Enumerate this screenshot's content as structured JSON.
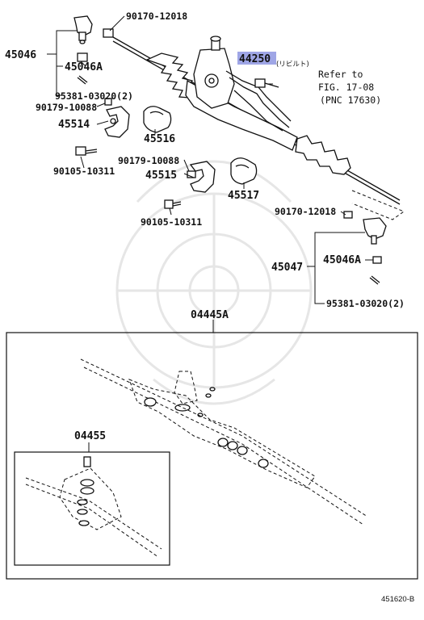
{
  "labels": {
    "p45046": "45046",
    "p45046a_top": "45046A",
    "p95381_top": "95381-03020(2)",
    "p90170_top": "90170-12018",
    "p44250": "44250",
    "p44250_suffix": "(リビルト)",
    "p90179_top": "90179-10088",
    "p45514": "45514",
    "p45516": "45516",
    "p90105_top": "90105-10311",
    "p90179_mid": "90179-10088",
    "p45515": "45515",
    "p45517": "45517",
    "p90105_mid": "90105-10311",
    "p90170_right": "90170-12018",
    "p45047": "45047",
    "p45046a_right": "45046A",
    "p95381_right": "95381-03020(2)",
    "p04445a": "04445A",
    "p04455": "04455",
    "diagram_code": "451620-B"
  },
  "refer": {
    "line1": "Refer to",
    "line2": "FIG. 17-08",
    "line3": "(PNC 17630)"
  },
  "colors": {
    "highlight": "#9fa6e6",
    "ink": "#111111",
    "watermark": "#e6e6e6"
  }
}
